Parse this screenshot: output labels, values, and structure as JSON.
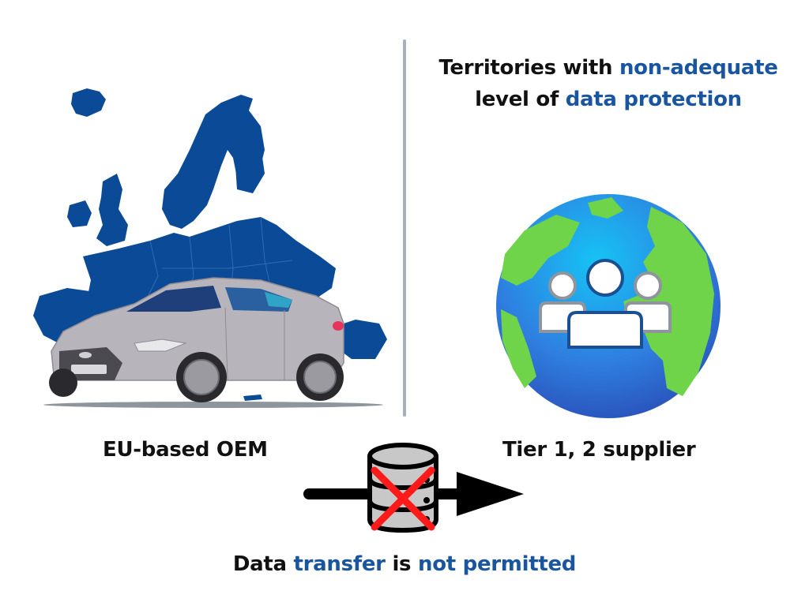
{
  "heading": {
    "line1_prefix": "Territories with ",
    "line1_accent": "non-adequate",
    "line2_prefix": "level of ",
    "line2_accent": "data protection"
  },
  "left_label": "EU-based OEM",
  "right_label": "Tier 1, 2 supplier",
  "footer": {
    "part1": "Data ",
    "part2_accent": "transfer",
    "part3": " is ",
    "part4_accent": "not permitted"
  },
  "icons": {
    "left_illustration": "europe-map-with-car",
    "right_illustration": "globe-with-people-group",
    "center": "database-crossed-out",
    "arrow": "right-arrow"
  },
  "colors": {
    "accent_blue": "#1a56a0",
    "map_blue": "#0a4a96",
    "car_grey": "#b7b4bb",
    "cross_red": "#ff1a1a",
    "divider_grey": "#a9b1b8",
    "globe_ocean": "#2f9fe8",
    "globe_land": "#6fd44a"
  }
}
